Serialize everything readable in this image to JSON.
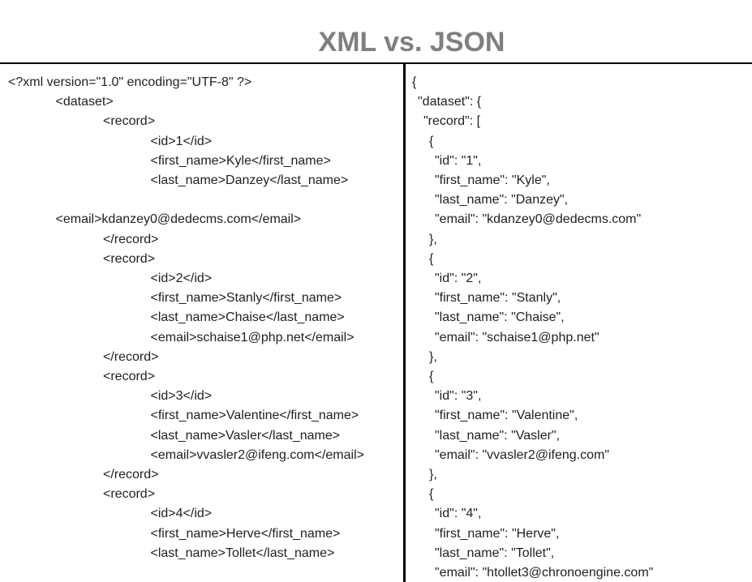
{
  "page": {
    "title": "XML vs. JSON"
  },
  "colors": {
    "title_gray": "#7f7f7f",
    "text": "#1f1f1f",
    "rule": "#000000",
    "bg": "#ffffff"
  },
  "xml_panel": {
    "language": "xml",
    "lines": [
      {
        "i": 0,
        "t": "<?xml version=\"1.0\" encoding=\"UTF-8\" ?>"
      },
      {
        "i": 1,
        "t": "<dataset>"
      },
      {
        "i": 2,
        "t": "<record>"
      },
      {
        "i": 3,
        "t": "<id>1</id>"
      },
      {
        "i": 3,
        "t": "<first_name>Kyle</first_name>"
      },
      {
        "i": 3,
        "t": "<last_name>Danzey</last_name>"
      },
      {
        "i": 0,
        "t": ""
      },
      {
        "i": 1,
        "t": "<email>kdanzey0@dedecms.com</email>"
      },
      {
        "i": 2,
        "t": "</record>"
      },
      {
        "i": 2,
        "t": "<record>"
      },
      {
        "i": 3,
        "t": "<id>2</id>"
      },
      {
        "i": 3,
        "t": "<first_name>Stanly</first_name>"
      },
      {
        "i": 3,
        "t": "<last_name>Chaise</last_name>"
      },
      {
        "i": 3,
        "t": "<email>schaise1@php.net</email>"
      },
      {
        "i": 2,
        "t": "</record>"
      },
      {
        "i": 2,
        "t": "<record>"
      },
      {
        "i": 3,
        "t": "<id>3</id>"
      },
      {
        "i": 3,
        "t": "<first_name>Valentine</first_name>"
      },
      {
        "i": 3,
        "t": "<last_name>Vasler</last_name>"
      },
      {
        "i": 3,
        "t": "<email>vvasler2@ifeng.com</email>"
      },
      {
        "i": 2,
        "t": "</record>"
      },
      {
        "i": 2,
        "t": "<record>"
      },
      {
        "i": 3,
        "t": "<id>4</id>"
      },
      {
        "i": 3,
        "t": "<first_name>Herve</first_name>"
      },
      {
        "i": 3,
        "t": "<last_name>Tollet</last_name>"
      }
    ]
  },
  "json_panel": {
    "language": "json",
    "lines": [
      {
        "i": 0,
        "t": "{"
      },
      {
        "i": 1,
        "t": "\"dataset\": {"
      },
      {
        "i": 2,
        "t": "\"record\": ["
      },
      {
        "i": 3,
        "t": "{"
      },
      {
        "i": 4,
        "t": "\"id\": \"1\","
      },
      {
        "i": 4,
        "t": "\"first_name\": \"Kyle\","
      },
      {
        "i": 4,
        "t": "\"last_name\": \"Danzey\","
      },
      {
        "i": 4,
        "t": "\"email\": \"kdanzey0@dedecms.com\""
      },
      {
        "i": 3,
        "t": "},"
      },
      {
        "i": 3,
        "t": "{"
      },
      {
        "i": 4,
        "t": "\"id\": \"2\","
      },
      {
        "i": 4,
        "t": "\"first_name\": \"Stanly\","
      },
      {
        "i": 4,
        "t": "\"last_name\": \"Chaise\","
      },
      {
        "i": 4,
        "t": "\"email\": \"schaise1@php.net\""
      },
      {
        "i": 3,
        "t": "},"
      },
      {
        "i": 3,
        "t": "{"
      },
      {
        "i": 4,
        "t": "\"id\": \"3\","
      },
      {
        "i": 4,
        "t": "\"first_name\": \"Valentine\","
      },
      {
        "i": 4,
        "t": "\"last_name\": \"Vasler\","
      },
      {
        "i": 4,
        "t": "\"email\": \"vvasler2@ifeng.com\""
      },
      {
        "i": 3,
        "t": "},"
      },
      {
        "i": 3,
        "t": "{"
      },
      {
        "i": 4,
        "t": "\"id\": \"4\","
      },
      {
        "i": 4,
        "t": "\"first_name\": \"Herve\","
      },
      {
        "i": 4,
        "t": "\"last_name\": \"Tollet\","
      },
      {
        "i": 4,
        "t": "\"email\": \"htollet3@chronoengine.com\""
      }
    ]
  }
}
